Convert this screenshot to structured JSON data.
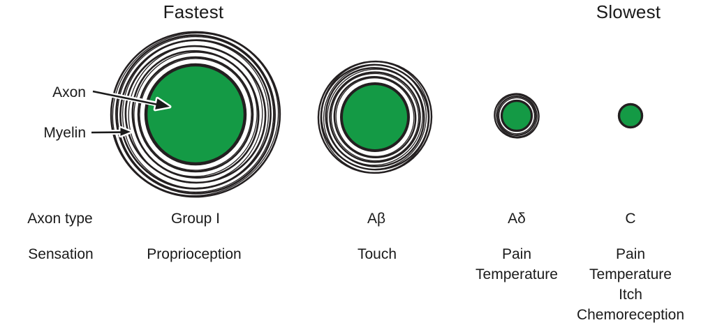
{
  "titles": {
    "fastest": "Fastest",
    "slowest": "Slowest"
  },
  "annotations": {
    "axon": "Axon",
    "myelin": "Myelin"
  },
  "colors": {
    "axon_green": "#149a45",
    "outline_black": "#231f20",
    "text_black": "#1a1a1a",
    "background": "#ffffff"
  },
  "rows": {
    "axon_type": {
      "label": "Axon type",
      "values": [
        "Group I",
        "Aβ",
        "Aδ",
        "C"
      ]
    },
    "sensation": {
      "label": "Sensation",
      "values": [
        "Proprioception",
        "Touch",
        "Pain\nTemperature",
        "Pain\nTemperature\nItch\nChemoreception"
      ]
    }
  },
  "neurons": [
    {
      "axon_type": "Group I",
      "sensations": [
        "Proprioception"
      ],
      "myelin_rings": 6
    },
    {
      "axon_type": "Aβ",
      "sensations": [
        "Touch"
      ],
      "myelin_rings": 5
    },
    {
      "axon_type": "Aδ",
      "sensations": [
        "Pain",
        "Temperature"
      ],
      "myelin_rings": 2
    },
    {
      "axon_type": "C",
      "sensations": [
        "Pain",
        "Temperature",
        "Itch",
        "Chemoreception"
      ],
      "myelin_rings": 0
    }
  ]
}
